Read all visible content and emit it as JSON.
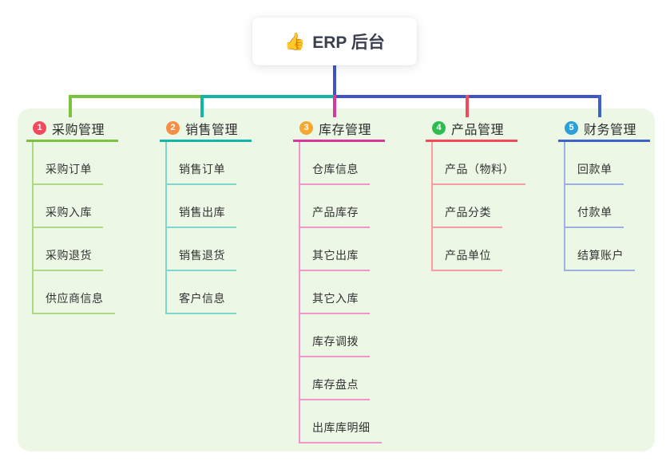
{
  "root": {
    "icon": "👍",
    "title": "ERP 后台"
  },
  "colors": {
    "canvas_bg": "#ffffff",
    "panel_bg": "#edf7e6",
    "root_connector": "#4053c8",
    "text_dark": "#2d2d2d"
  },
  "branches": [
    {
      "number": "1",
      "label": "采购管理",
      "badge_color": "#f4495d",
      "line_color": "#7cc23e",
      "child_line_color": "#aed884",
      "children": [
        "采购订单",
        "采购入库",
        "采购退货",
        "供应商信息"
      ]
    },
    {
      "number": "2",
      "label": "销售管理",
      "badge_color": "#f78e44",
      "line_color": "#12b5a6",
      "child_line_color": "#7ed7cd",
      "children": [
        "销售订单",
        "销售出库",
        "销售退货",
        "客户信息"
      ]
    },
    {
      "number": "3",
      "label": "库存管理",
      "badge_color": "#f5a831",
      "line_color": "#d6399b",
      "child_line_color": "#f095cb",
      "children": [
        "仓库信息",
        "产品库存",
        "其它出库",
        "其它入库",
        "库存调拨",
        "库存盘点",
        "出库库明细"
      ]
    },
    {
      "number": "4",
      "label": "产品管理",
      "badge_color": "#2cbd4e",
      "line_color": "#f4485b",
      "child_line_color": "#f99ca4",
      "children": [
        "产品（物料）",
        "产品分类",
        "产品单位"
      ]
    },
    {
      "number": "5",
      "label": "财务管理",
      "badge_color": "#2b9fd8",
      "line_color": "#3f62c9",
      "child_line_color": "#9dafe3",
      "children": [
        "回款单",
        "付款单",
        "结算账户"
      ]
    }
  ]
}
